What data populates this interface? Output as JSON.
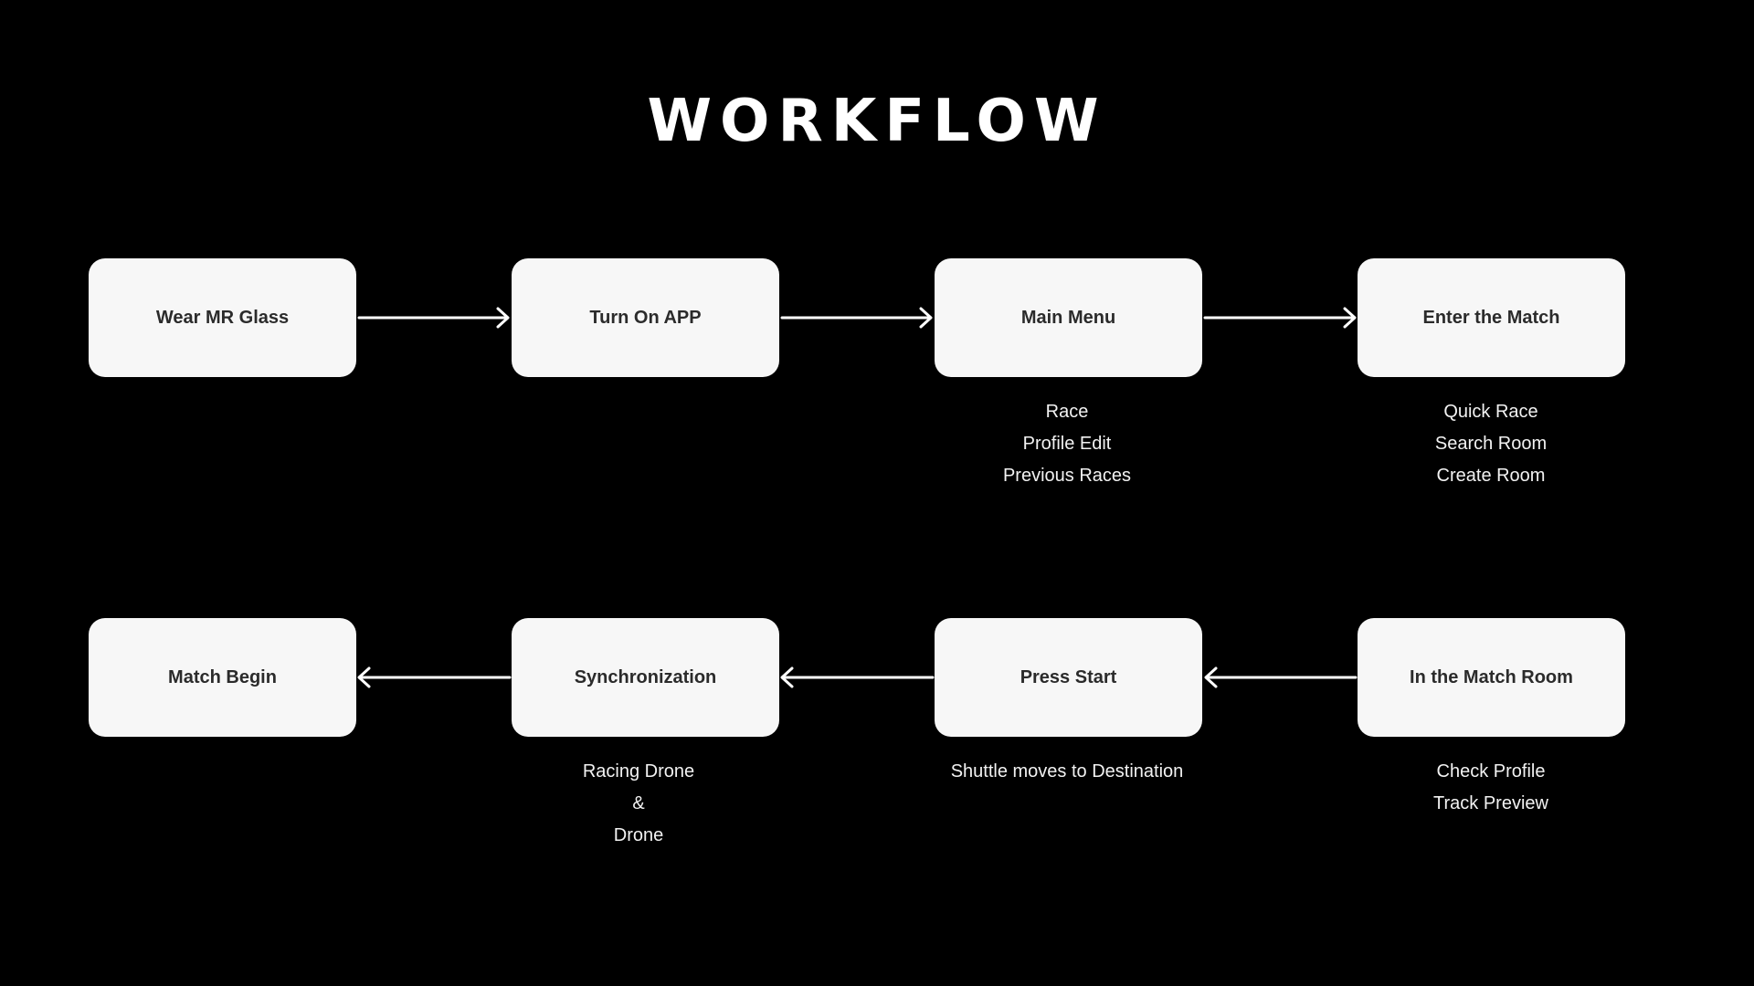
{
  "title": "WORKFLOW",
  "colors": {
    "background": "#000000",
    "box_fill": "#f7f7f7",
    "box_text": "#2b2b2b",
    "text": "#ffffff",
    "arrow": "#ffffff"
  },
  "steps": [
    {
      "label": "Wear MR Glass"
    },
    {
      "label": "Turn On APP"
    },
    {
      "label": "Main Menu"
    },
    {
      "label": "Enter the Match"
    },
    {
      "label": "In the Match Room"
    },
    {
      "label": "Press Start"
    },
    {
      "label": "Synchronization"
    },
    {
      "label": "Match Begin"
    }
  ],
  "notes": {
    "main_menu": [
      "Race",
      "Profile Edit",
      "Previous Races"
    ],
    "enter_match": [
      "Quick Race",
      "Search Room",
      "Create Room"
    ],
    "match_room": [
      "Check Profile",
      "Track Preview"
    ],
    "press_start": [
      "Shuttle moves to Destination"
    ],
    "synchronization": [
      "Racing Drone",
      "&",
      "Drone"
    ]
  }
}
